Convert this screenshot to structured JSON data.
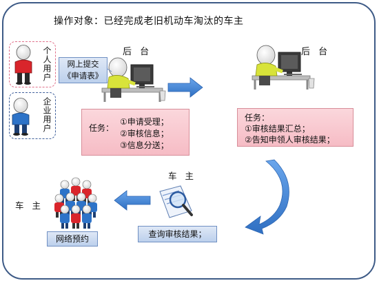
{
  "title": "操作对象：已经完成老旧机动车淘汰的车主",
  "users": {
    "personal_label": "个人用户",
    "enterprise_label": "企业用户"
  },
  "submit_box": {
    "line1": "网上提交",
    "line2": "《申请表》"
  },
  "backend_label": "后 台",
  "backend_label_2": "后 台",
  "task1": {
    "lead": "任务：",
    "items": [
      "①申请受理；",
      "②审核信息；",
      "③信息分送；"
    ]
  },
  "task2": {
    "lead": "任务：",
    "items": [
      "①审核结果汇总；",
      "②告知申领人审核结果；"
    ]
  },
  "owner_label": "车 主",
  "query_box": "查询审核结果；",
  "owner_label_2": "车 主",
  "reserve_box": "网络预约",
  "colors": {
    "border": "#3d5a86",
    "arrow": "#3f7fd0",
    "pink_box": "#f6bcc5",
    "blue_box": "#c9d9f0"
  }
}
